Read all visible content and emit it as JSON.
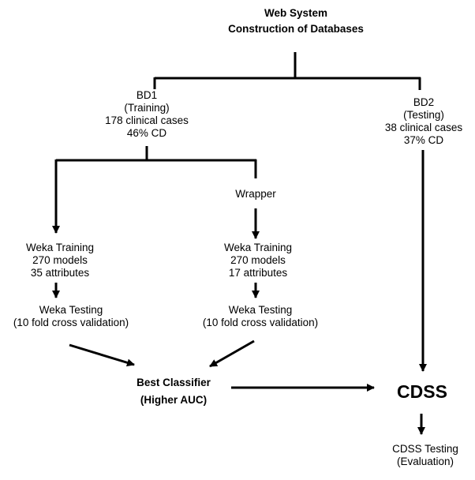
{
  "title": {
    "line1": "Web System",
    "line2": "Construction of Databases"
  },
  "bd1": {
    "name": "BD1",
    "role": "(Training)",
    "cases": "178 clinical cases",
    "cd": "46% CD"
  },
  "bd2": {
    "name": "BD2",
    "role": "(Testing)",
    "cases": "38 clinical cases",
    "cd": "37% CD"
  },
  "wrapper": "Wrapper",
  "left_branch": {
    "training": "Weka Training",
    "models": "270 models",
    "attributes": "35 attributes",
    "testing": "Weka Testing",
    "validation": "(10 fold cross validation)"
  },
  "right_branch": {
    "training": "Weka Training",
    "models": "270 models",
    "attributes": "17 attributes",
    "testing": "Weka Testing",
    "validation": "(10 fold cross validation)"
  },
  "best_classifier": {
    "line1": "Best Classifier",
    "line2": "(Higher AUC)"
  },
  "cdss": "CDSS",
  "cdss_testing": {
    "line1": "CDSS Testing",
    "line2": "(Evaluation)"
  },
  "colors": {
    "line": "#000000",
    "background": "#ffffff"
  }
}
